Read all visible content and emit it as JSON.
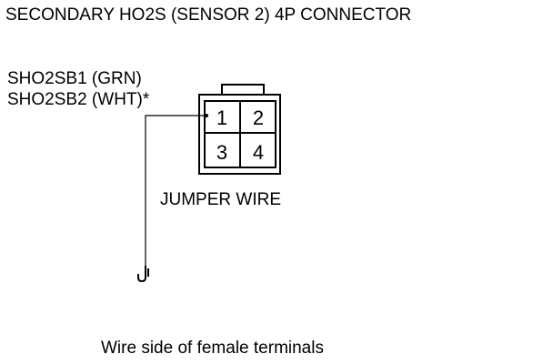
{
  "title": "SECONDARY HO2S (SENSOR 2) 4P CONNECTOR",
  "wire_labels": {
    "sb1": "SHO2SB1 (GRN)",
    "sb2": "SHO2SB2 (WHT)*"
  },
  "connector": {
    "pins": [
      "1",
      "2",
      "3",
      "4"
    ]
  },
  "jumper_label": "JUMPER WIRE",
  "caption": "Wire side of female terminals",
  "colors": {
    "line": "#000000",
    "background": "#ffffff"
  }
}
